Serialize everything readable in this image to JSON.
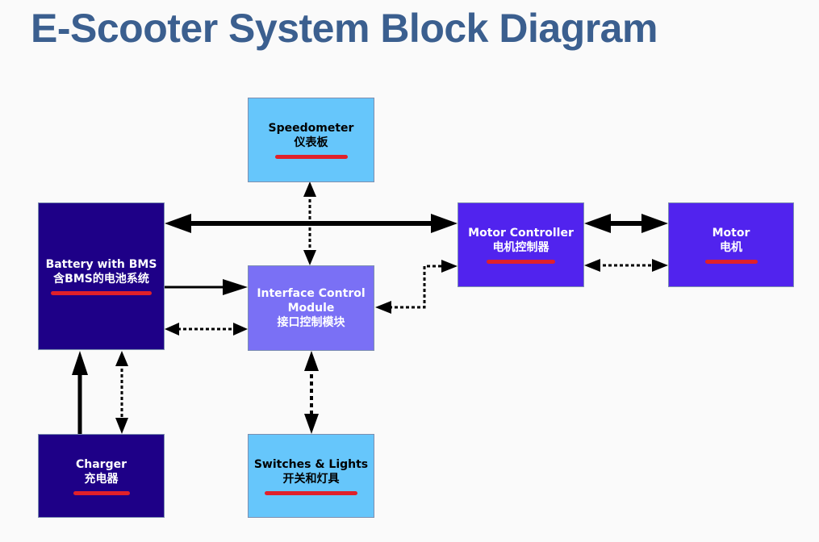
{
  "title": "E-Scooter System Block Diagram",
  "blocks": {
    "speedometer": {
      "en": "Speedometer",
      "zh": "仪表板",
      "color": "#66c6fb"
    },
    "battery": {
      "en": "Battery with BMS",
      "zh": "含BMS的电池系统",
      "color": "#1e0087"
    },
    "interface": {
      "en1": "Interface Control",
      "en2": "Module",
      "zh": "接口控制模块",
      "color": "#7a70f5"
    },
    "motor_controller": {
      "en": "Motor Controller",
      "zh": "电机控制器",
      "color": "#5123ee"
    },
    "motor": {
      "en": "Motor",
      "zh": "电机",
      "color": "#5123ee"
    },
    "charger": {
      "en": "Charger",
      "zh": "充电器",
      "color": "#1e0087"
    },
    "switches": {
      "en": "Switches & Lights",
      "zh": "开关和灯具",
      "color": "#66c6fb"
    }
  },
  "annotation_color": "#e0202a",
  "connections": [
    {
      "from": "battery",
      "to": "motor_controller",
      "style": "thick-solid",
      "direction": "bidirectional"
    },
    {
      "from": "battery",
      "to": "interface",
      "style": "solid",
      "direction": "forward"
    },
    {
      "from": "battery",
      "to": "interface",
      "style": "dotted",
      "direction": "bidirectional"
    },
    {
      "from": "speedometer",
      "to": "interface",
      "style": "dotted",
      "direction": "bidirectional"
    },
    {
      "from": "interface",
      "to": "motor_controller",
      "style": "dotted",
      "direction": "bidirectional"
    },
    {
      "from": "motor_controller",
      "to": "motor",
      "style": "thick-solid",
      "direction": "bidirectional"
    },
    {
      "from": "motor_controller",
      "to": "motor",
      "style": "dotted",
      "direction": "bidirectional"
    },
    {
      "from": "charger",
      "to": "battery",
      "style": "thick-solid",
      "direction": "forward"
    },
    {
      "from": "charger",
      "to": "battery",
      "style": "dotted",
      "direction": "bidirectional"
    },
    {
      "from": "interface",
      "to": "switches",
      "style": "dotted",
      "direction": "bidirectional"
    }
  ]
}
